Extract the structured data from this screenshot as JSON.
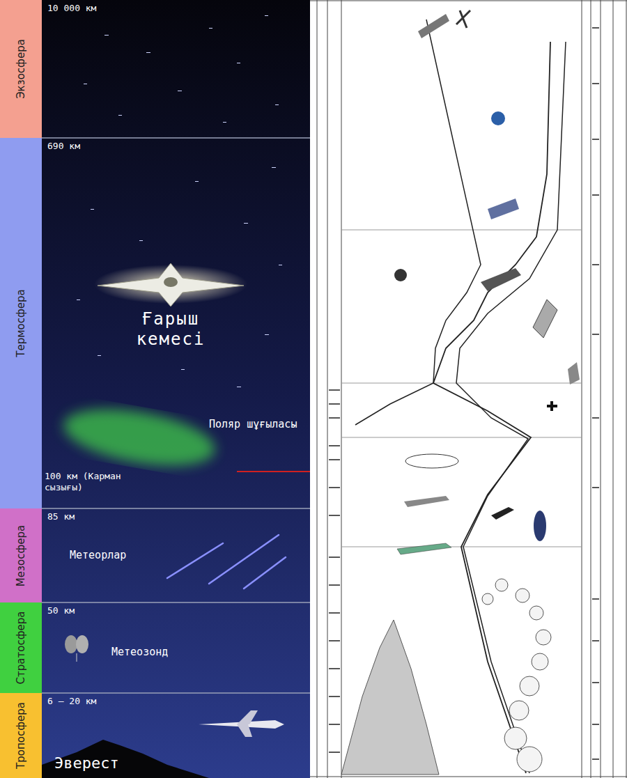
{
  "diagram": {
    "nodes": [
      {
        "text": [
          "Экзосфера",
          "10 000 км"
        ]
      },
      {
        "text": [
          "Термосфера",
          "690 км",
          "Ғарыш кемесі",
          "Поляр шұғыласы",
          "100 км (Карман сызығы)"
        ]
      },
      {
        "text": [
          "Мезосфера",
          "85 км",
          "Метеорлар"
        ]
      },
      {
        "text": [
          "Стратосфера",
          "50 км",
          "Метеозонд"
        ]
      },
      {
        "text": [
          "Тропосфера",
          "6 – 20 км",
          "Эверест"
        ]
      }
    ]
  }
}
